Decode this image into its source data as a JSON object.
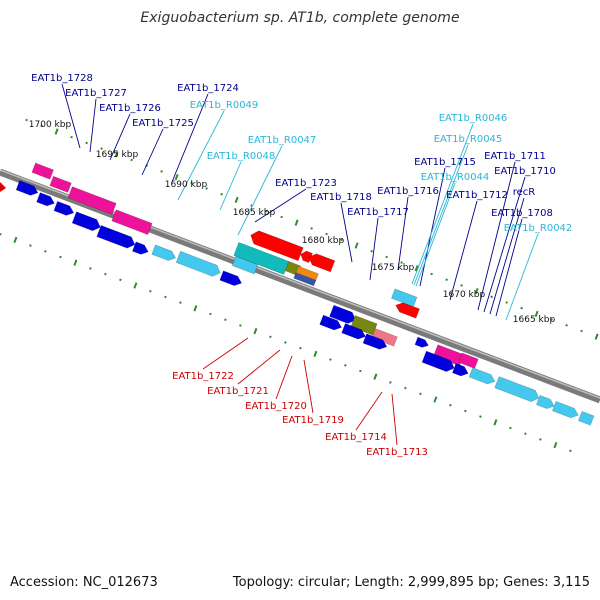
{
  "title": "Exiguobacterium sp. AT1b, complete genome",
  "footer": {
    "accession": "Accession: NC_012673",
    "topology": "Topology: circular; Length: 2,999,895 bp; Genes: 3,115"
  },
  "colors": {
    "backbone": "#7a7a7a",
    "dots": "#2e8b2e",
    "locus": "#00008b",
    "rna": "#29b6d6",
    "reverse_locus": "#cc0000",
    "cds_forward": "#0000dd",
    "cds_reverse": "#ff0000",
    "rna_gene": "#44c8ee",
    "cog_magenta": "#ee1199",
    "cog_teal": "#11bbbb",
    "cog_olive": "#778811",
    "cog_pink": "#ee7788",
    "cog_orange": "#ee8811"
  },
  "kbp_ticks": [
    "1700 kbp",
    "1695 kbp",
    "1690 kbp",
    "1685 kbp",
    "1680 kbp",
    "1675 kbp",
    "1670 kbp",
    "1665 kbp"
  ],
  "top_labels": [
    "EAT1b_1728",
    "EAT1b_1727",
    "EAT1b_1726",
    "EAT1b_1725",
    "EAT1b_1724",
    "EAT1b_R0049",
    "EAT1b_R0047",
    "EAT1b_R0048",
    "EAT1b_1723",
    "EAT1b_1718",
    "EAT1b_1717",
    "EAT1b_1716",
    "EAT1b_1715",
    "EAT1b_R0046",
    "EAT1b_R0045",
    "EAT1b_R0044",
    "EAT1b_1712",
    "EAT1b_1711",
    "EAT1b_1710",
    "recR",
    "EAT1b_1708",
    "EAT1b_R0042"
  ],
  "bottom_labels": [
    "EAT1b_1722",
    "EAT1b_1721",
    "EAT1b_1720",
    "EAT1b_1719",
    "EAT1b_1714",
    "EAT1b_1713"
  ]
}
